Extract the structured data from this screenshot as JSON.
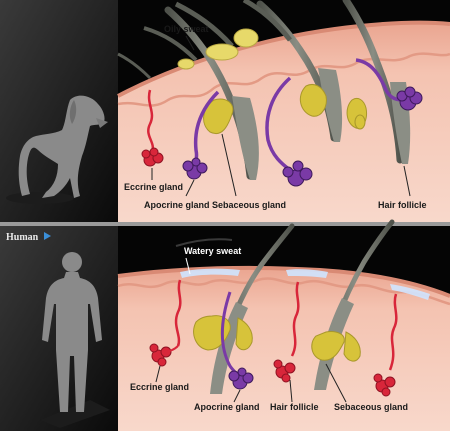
{
  "top_panel": {
    "callouts": {
      "oily_sweat": "Oily sweat",
      "eccrine_gland": "Eccrine gland",
      "apocrine_gland": "Apocrine gland",
      "sebaceous_gland": "Sebaceous gland",
      "hair_follicle": "Hair follicle"
    }
  },
  "bottom_panel": {
    "tag": "Human",
    "callouts": {
      "watery_sweat": "Watery sweat",
      "eccrine_gland": "Eccrine gland",
      "apocrine_gland": "Apocrine gland",
      "hair_follicle": "Hair follicle",
      "sebaceous_gland": "Sebaceous gland"
    }
  },
  "colors": {
    "skin": "#f1b9a6",
    "dermis": "#f6cdbd",
    "eccrine": "#d8263a",
    "apocrine": "#7a3aa6",
    "sebaceous": "#d8c43a",
    "hair": "#6c6f66",
    "silhouette": "#8a8a8a"
  },
  "icons": [
    "dog-silhouette",
    "human-silhouette",
    "triangle-right-icon"
  ]
}
